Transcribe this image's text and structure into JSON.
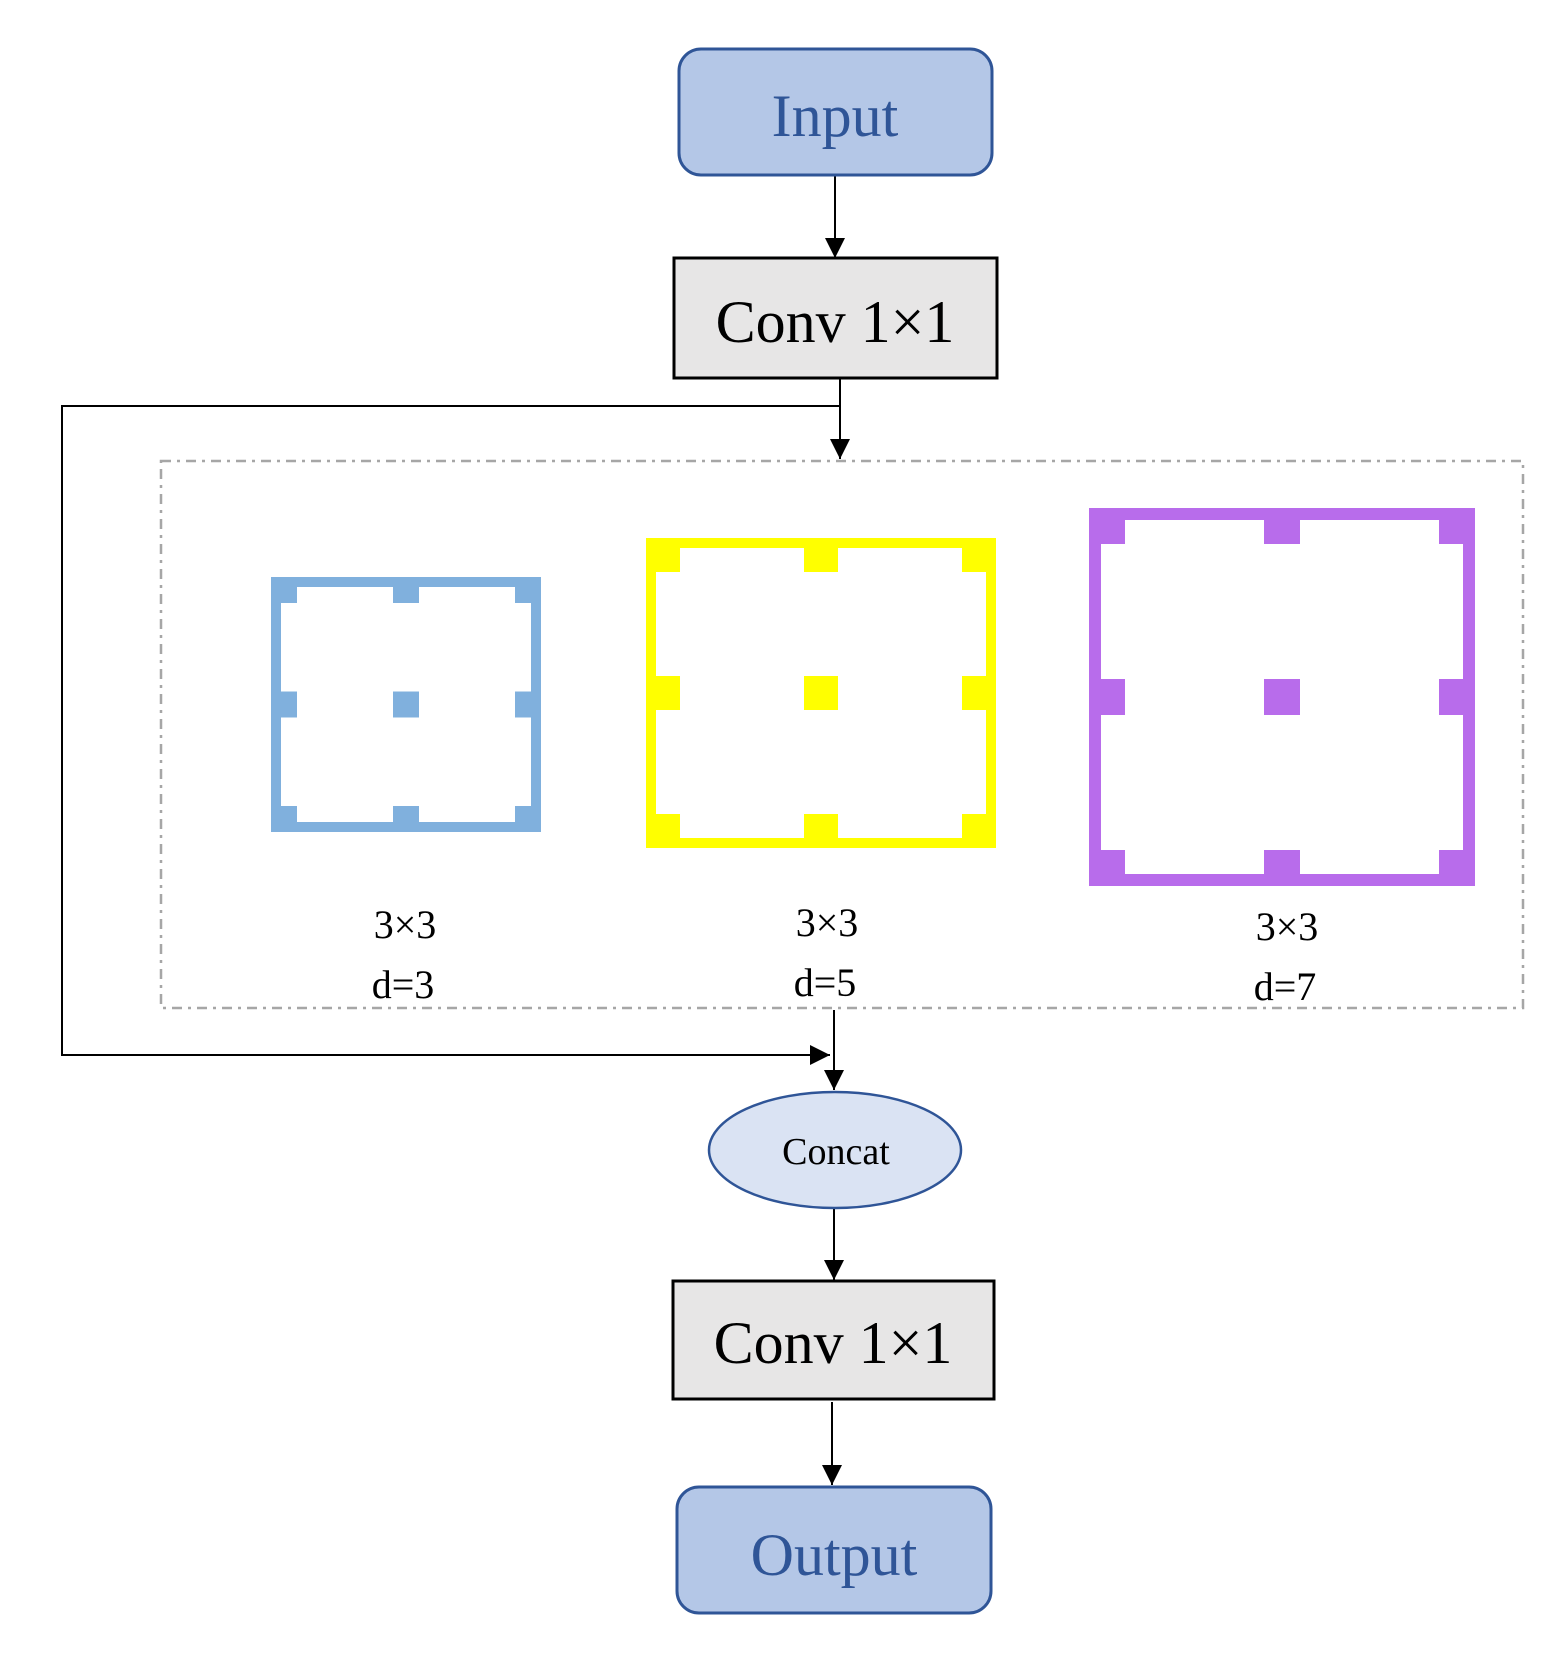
{
  "input": {
    "label": "Input"
  },
  "conv_top": {
    "label": "Conv 1×1"
  },
  "concat": {
    "label": "Concat"
  },
  "conv_bottom": {
    "label": "Conv 1×1"
  },
  "output": {
    "label": "Output"
  },
  "branches": [
    {
      "kernel": "3×3",
      "dilation": "d=3",
      "color": "#80b0dd"
    },
    {
      "kernel": "3×3",
      "dilation": "d=5",
      "color": "#ffff00"
    },
    {
      "kernel": "3×3",
      "dilation": "d=7",
      "color": "#b86ceb"
    }
  ],
  "colors": {
    "terminal_fill": "#b4c7e7",
    "terminal_stroke": "#2f5597",
    "terminal_text": "#2f5597",
    "conv_fill": "#e7e6e6",
    "concat_fill": "#dae3f3",
    "concat_stroke": "#2f5597",
    "group_border": "#a6a6a6"
  }
}
